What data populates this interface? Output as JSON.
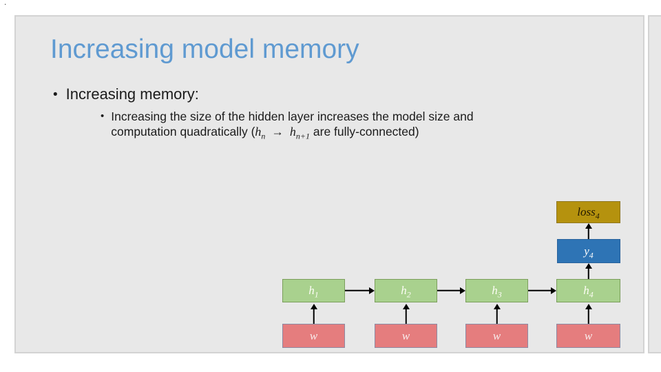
{
  "page": {
    "artifact_dot": ".",
    "background": "#ffffff"
  },
  "slide": {
    "background": "#e8e8e8",
    "border_color": "#d3d3d3",
    "title": "Increasing model memory",
    "title_color": "#5f9ad1",
    "bullet_char": "•",
    "bullet1": "Increasing memory:",
    "bullet2_line1": "Increasing the size of the hidden layer increases the model size and",
    "bullet2_line2": {
      "pre": "computation quadratically (",
      "h1_base": "h",
      "h1_sub": "n",
      "arrow": "→",
      "h2_base": "h",
      "h2_sub": "n+1",
      "post": "are fully-connected)"
    }
  },
  "diagram": {
    "colors": {
      "hidden_fill": "#a9d18e",
      "hidden_border": "#7b9e5c",
      "input_fill": "#e57d7e",
      "input_border": "#8d89a2",
      "output_fill": "#2e74b5",
      "output_border": "#27619b",
      "loss_fill": "#b5920e",
      "loss_border": "#8e761f",
      "arrow": "#000000"
    },
    "h_nodes": [
      {
        "base": "h",
        "sub": "1"
      },
      {
        "base": "h",
        "sub": "2"
      },
      {
        "base": "h",
        "sub": "3"
      },
      {
        "base": "h",
        "sub": "4"
      }
    ],
    "w_nodes": [
      {
        "label": "w"
      },
      {
        "label": "w"
      },
      {
        "label": "w"
      },
      {
        "label": "w"
      }
    ],
    "y_node": {
      "base": "y",
      "sub": "4"
    },
    "loss_node": {
      "base": "loss",
      "sub": "4"
    }
  }
}
